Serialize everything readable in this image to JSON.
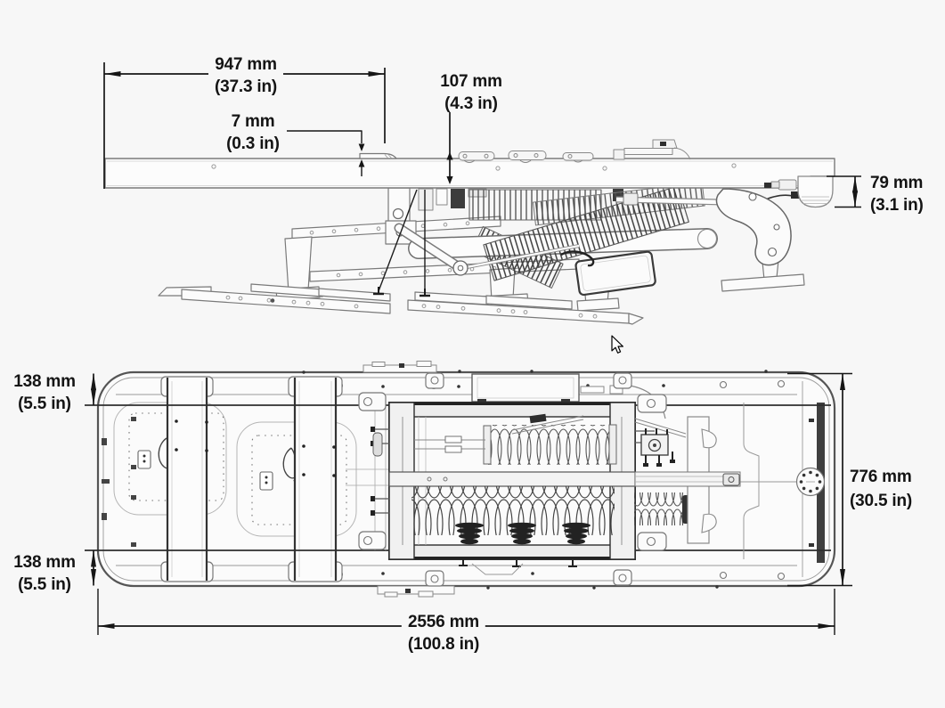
{
  "figure": {
    "title": "Two-view dimensioned technical drawing of a powered cot loading mechanism",
    "views": [
      "side elevation view",
      "top plan view"
    ],
    "background": "#f7f7f7",
    "dimension_line_color": "#161616",
    "drawing_line_color": "#6a6a6a",
    "fill_color": "#fcfcfc"
  },
  "dims": {
    "d947": {
      "mm": "947 mm",
      "in": "(37.3 in)"
    },
    "d7": {
      "mm": "7 mm",
      "in": "(0.3 in)"
    },
    "d107": {
      "mm": "107 mm",
      "in": "(4.3 in)"
    },
    "d79": {
      "mm": "79 mm",
      "in": "(3.1 in)"
    },
    "d138top": {
      "mm": "138 mm",
      "in": "(5.5 in)"
    },
    "d138bot": {
      "mm": "138 mm",
      "in": "(5.5 in)"
    },
    "d776": {
      "mm": "776 mm",
      "in": "(30.5 in)"
    },
    "d2556": {
      "mm": "2556 mm",
      "in": "(100.8 in)"
    }
  },
  "cursor": {
    "icon": "arrow-cursor"
  }
}
